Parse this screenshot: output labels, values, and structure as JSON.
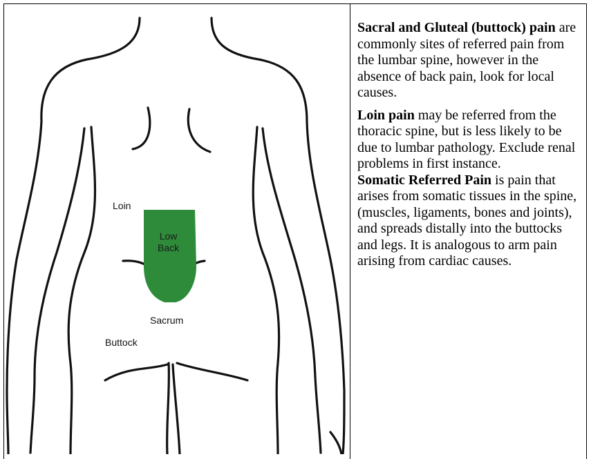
{
  "figure": {
    "labels": {
      "loin": "Loin",
      "low_back_line1": "Low",
      "low_back_line2": "Back",
      "sacrum": "Sacrum",
      "buttock": "Buttock"
    },
    "highlight_color": "#2e8b3a"
  },
  "text": {
    "p1_term": "Sacral and Gluteal (buttock) pain",
    "p1_body": " are commonly sites of referred pain from the lumbar spine, however in the absence of back pain, look for local causes.",
    "p2_term": "Loin pain",
    "p2_body": " may be referred from the thoracic spine, but is less likely to be due to lumbar pathology. Exclude renal problems in first instance.",
    "p3_term": "Somatic Referred Pain",
    "p3_body": " is pain that arises from somatic tissues in the spine, (muscles, ligaments, bones and joints), and spreads distally into the buttocks and legs.  It is analogous to arm pain arising from cardiac causes."
  }
}
